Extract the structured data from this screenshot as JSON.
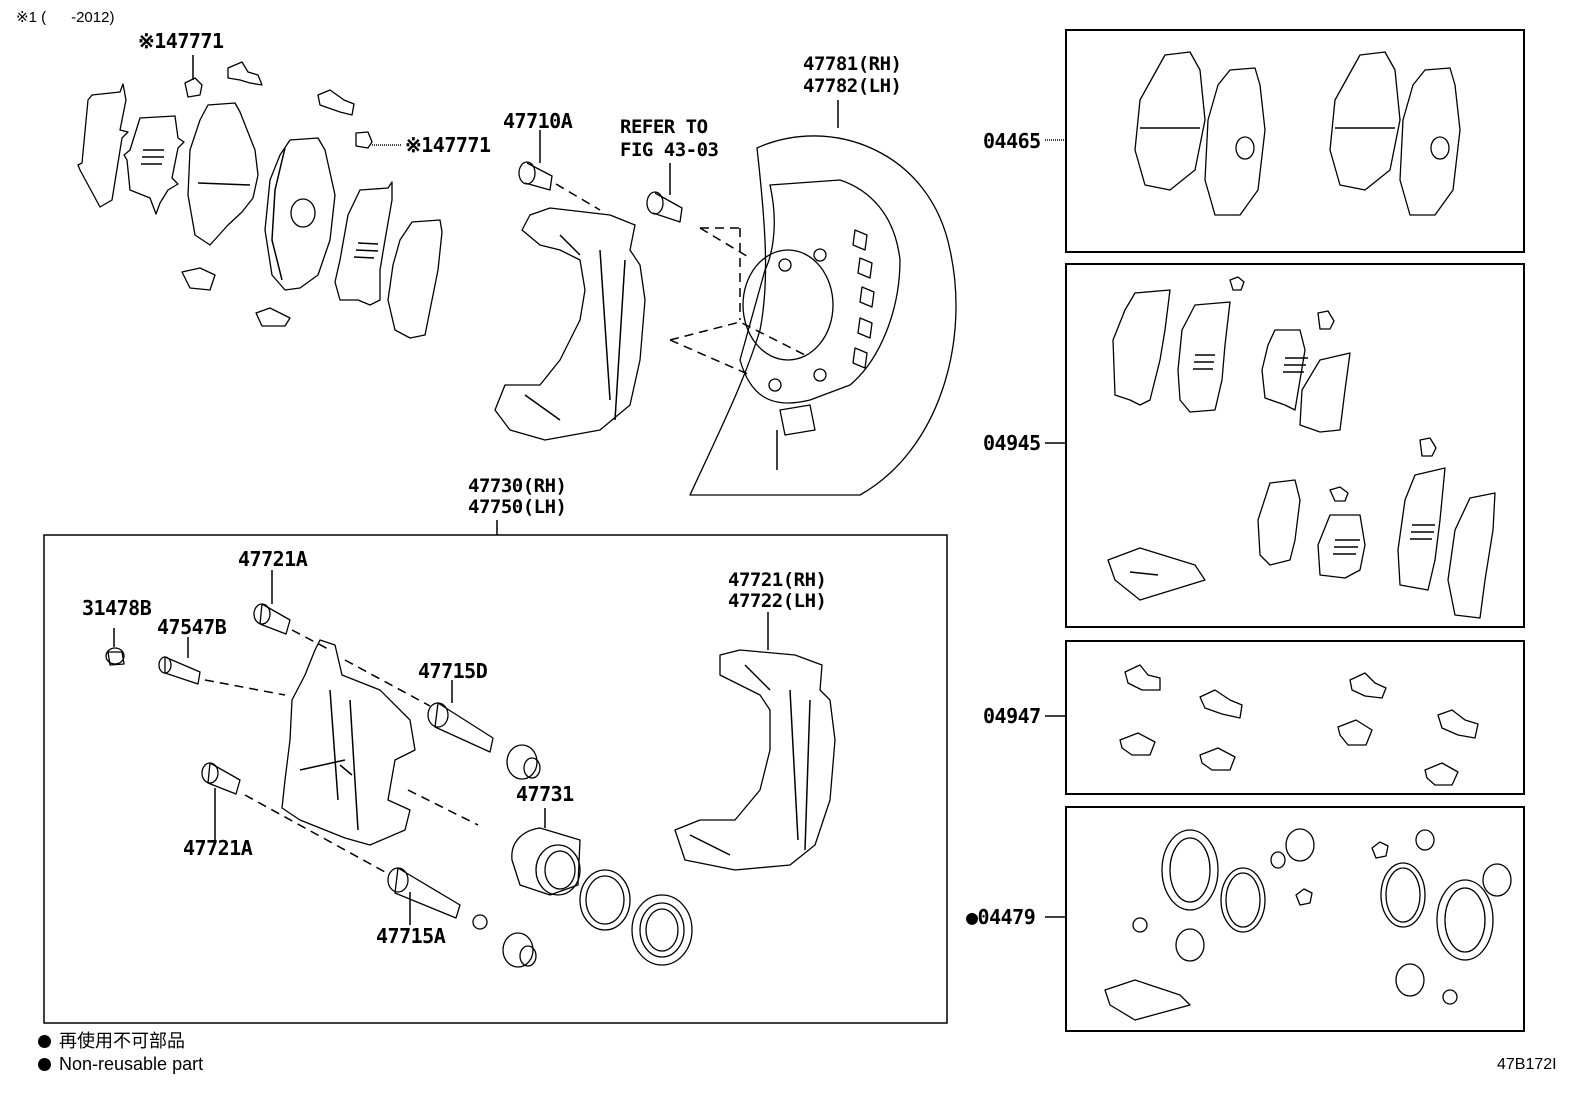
{
  "footnote": "※1 (      -2012)",
  "callouts": {
    "pad_clip_note_top": "※147771",
    "pad_clip_note_mid": "※147771",
    "mounting_bolt": "47710A",
    "refer_line1": "REFER TO",
    "refer_line2": "FIG 43-03",
    "dust_cover_rh": "47781(RH)",
    "dust_cover_lh": "47782(LH)",
    "caliper_assy_rh": "47730(RH)",
    "caliper_assy_lh": "47750(LH)",
    "bleeder_cap": "31478B",
    "bleeder_plug": "47547B",
    "bolt_upper": "47721A",
    "bolt_lower": "47721A",
    "slide_pin_d": "47715D",
    "slide_pin_a": "47715A",
    "piston": "47731",
    "mounting_rh": "47721(RH)",
    "mounting_lh": "47722(LH)"
  },
  "kits": [
    {
      "part": "04465",
      "reusable": true
    },
    {
      "part": "04945",
      "reusable": true
    },
    {
      "part": "04947",
      "reusable": true
    },
    {
      "part": "04479",
      "reusable": false,
      "marker": "●"
    }
  ],
  "legend": {
    "japanese": "再使用不可部品",
    "english": "Non-reusable part"
  },
  "figure_id": "47B172I"
}
